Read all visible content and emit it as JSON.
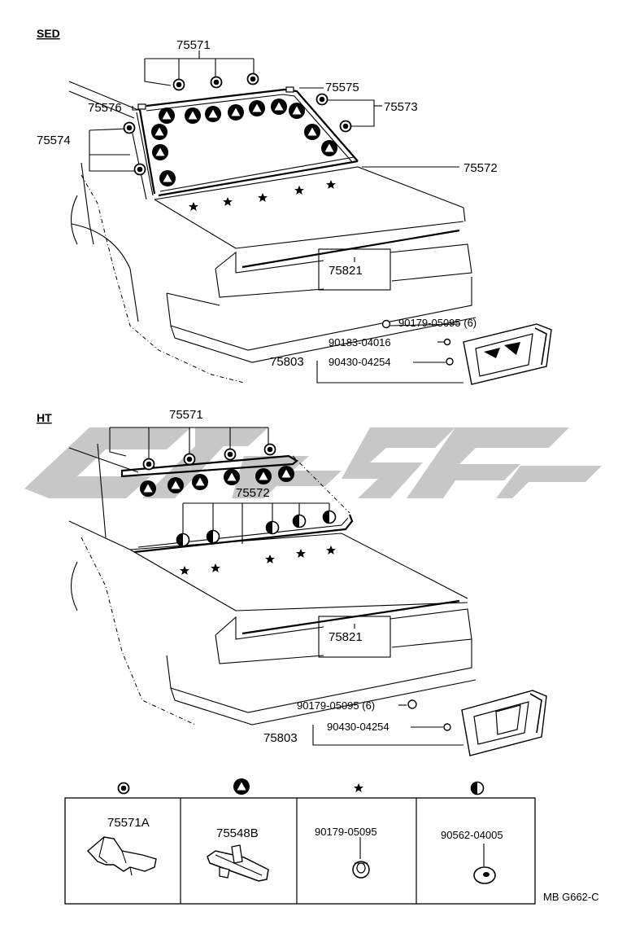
{
  "sections": {
    "sed": "SED",
    "ht": "HT"
  },
  "sed_labels": {
    "p75571": "75571",
    "p75575": "75575",
    "p75573": "75573",
    "p75576": "75576",
    "p75574": "75574",
    "p75572": "75572",
    "p75821": "75821",
    "p75803": "75803",
    "bolt1": "90179-05095 (6)",
    "bolt2": "90183-04016",
    "bolt3": "90430-04254"
  },
  "ht_labels": {
    "p75571": "75571",
    "p75572": "75572",
    "p75821": "75821",
    "p75803": "75803",
    "bolt1": "90179-05095 (6)",
    "bolt3": "90430-04254"
  },
  "legend": [
    {
      "symbol": "dot-circle",
      "part": "75571A"
    },
    {
      "symbol": "triangle-circle",
      "part": "75548B"
    },
    {
      "symbol": "star",
      "part": "90179-05095"
    },
    {
      "symbol": "half-circle",
      "part": "90562-04005"
    }
  ],
  "diagram_code": "MB G662-C",
  "accent": {
    "watermark": "#bdbdbd",
    "ink": "#000000"
  }
}
